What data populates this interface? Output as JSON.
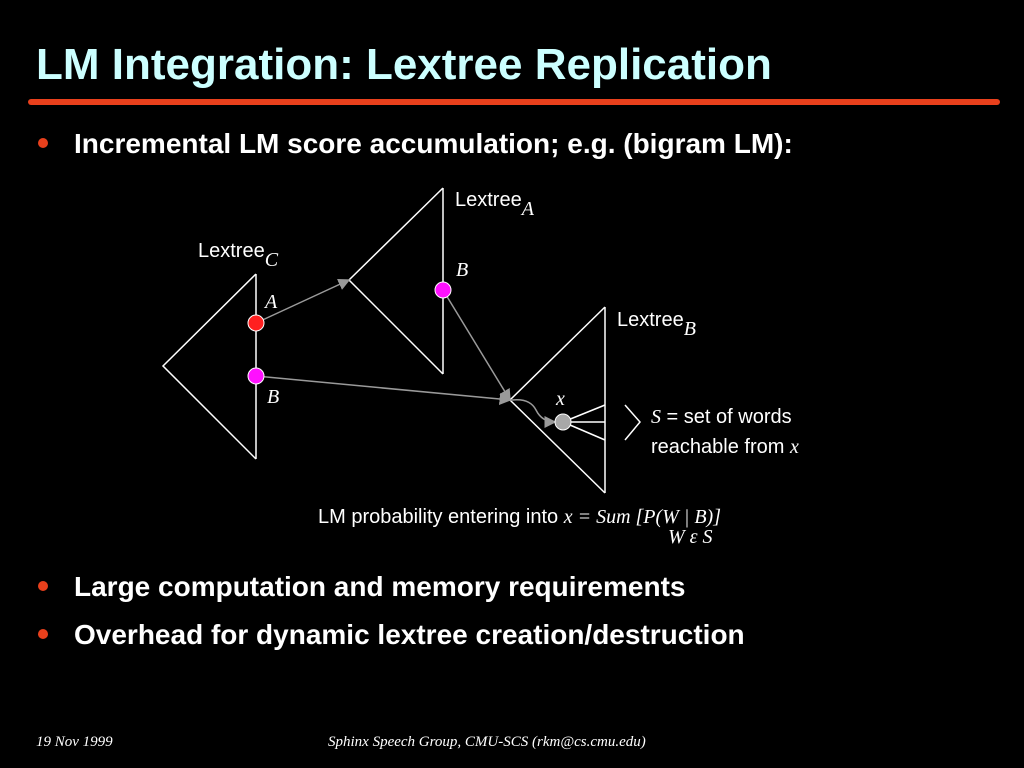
{
  "slide": {
    "title": "LM Integration: Lextree Replication",
    "bullets": [
      "Incremental LM score accumulation; e.g. (bigram LM):",
      "Large computation and memory requirements",
      "Overhead for dynamic lextree creation/destruction"
    ]
  },
  "diagram": {
    "lextree_word": "Lextree",
    "tree_c_sub": "C",
    "tree_a_sub": "A",
    "tree_b_sub": "B",
    "node_a_label": "A",
    "node_b_label": "B",
    "tree_a_node_label": "B",
    "node_x_label": "x",
    "set_s_var": "S",
    "set_s_text": " = set of words",
    "set_s_text2": "reachable from ",
    "set_s_x": "x",
    "formula_prefix": "LM probability entering into ",
    "formula_math": "x = Sum [P(W | B)]",
    "formula_sub": "W ε S",
    "colors": {
      "accent": "#e8401c",
      "title": "#ccffff",
      "node_red": "#ff2020",
      "node_magenta": "#ff10ff",
      "node_gray": "#a8a8a8"
    }
  },
  "footer": {
    "date": "19 Nov 1999",
    "credit": "Sphinx Speech Group, CMU-SCS (rkm@cs.cmu.edu)"
  }
}
